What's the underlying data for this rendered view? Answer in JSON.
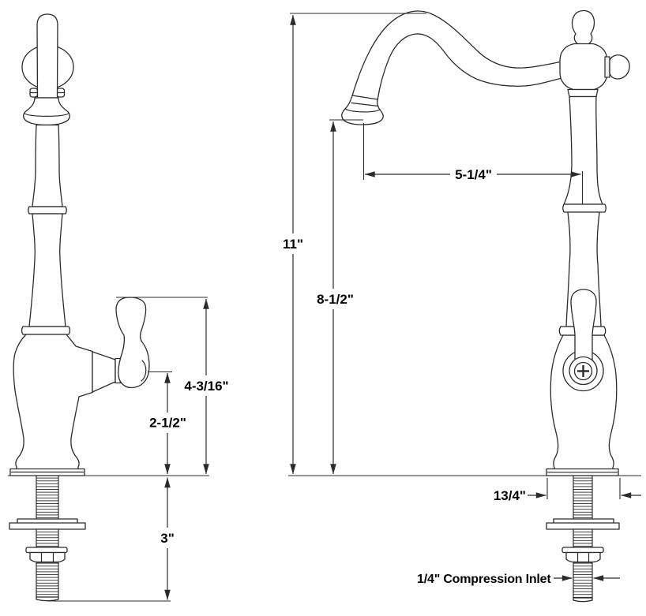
{
  "colors": {
    "line": "#2b2b2b",
    "text": "#000000",
    "shade": "#d9d9d9",
    "background": "#ffffff"
  },
  "dimensions": {
    "overall_height": "11\"",
    "spout_clearance": "8-1/2\"",
    "spout_reach": "5-1/4\"",
    "handle_top_height": "4-3/16\"",
    "handle_center_height": "2-1/2\"",
    "shank_length": "3\"",
    "base_width": "13/4\"",
    "inlet": "1/4\" Compression Inlet"
  }
}
